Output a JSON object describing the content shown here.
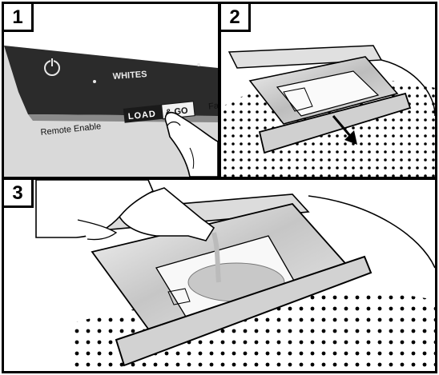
{
  "steps": [
    {
      "number": "1"
    },
    {
      "number": "2"
    },
    {
      "number": "3"
    }
  ],
  "panel1": {
    "cycle_label": "WHITES",
    "remote_label": "Remote Enable",
    "load_label": "LOAD",
    "go_label": "& GO",
    "partial_label": "Fa"
  }
}
